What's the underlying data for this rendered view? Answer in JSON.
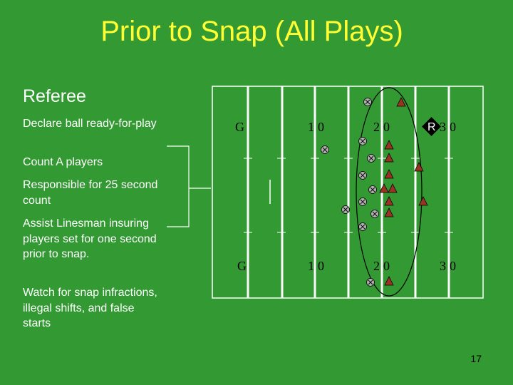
{
  "slide": {
    "title": "Prior to Snap (All Plays)",
    "heading": "Referee",
    "duties": [
      "Declare ball ready-for-play",
      "Count A players",
      "Responsible for 25 second count",
      "Assist Linesman insuring players set for one second prior to snap.",
      "Watch for snap infractions, illegal shifts, and false starts"
    ],
    "page_number": "17"
  },
  "field": {
    "top_yard_labels": [
      "G",
      "10",
      "20",
      "30"
    ],
    "bottom_yard_labels": [
      "G",
      "10",
      "20",
      "30"
    ],
    "referee_label": "R",
    "colors": {
      "field": "#339933",
      "offense": "#993322",
      "defense": "#b0b0b0",
      "referee_marker": "#000000"
    },
    "offense_marker": "triangle",
    "defense_marker": "circle-x"
  }
}
